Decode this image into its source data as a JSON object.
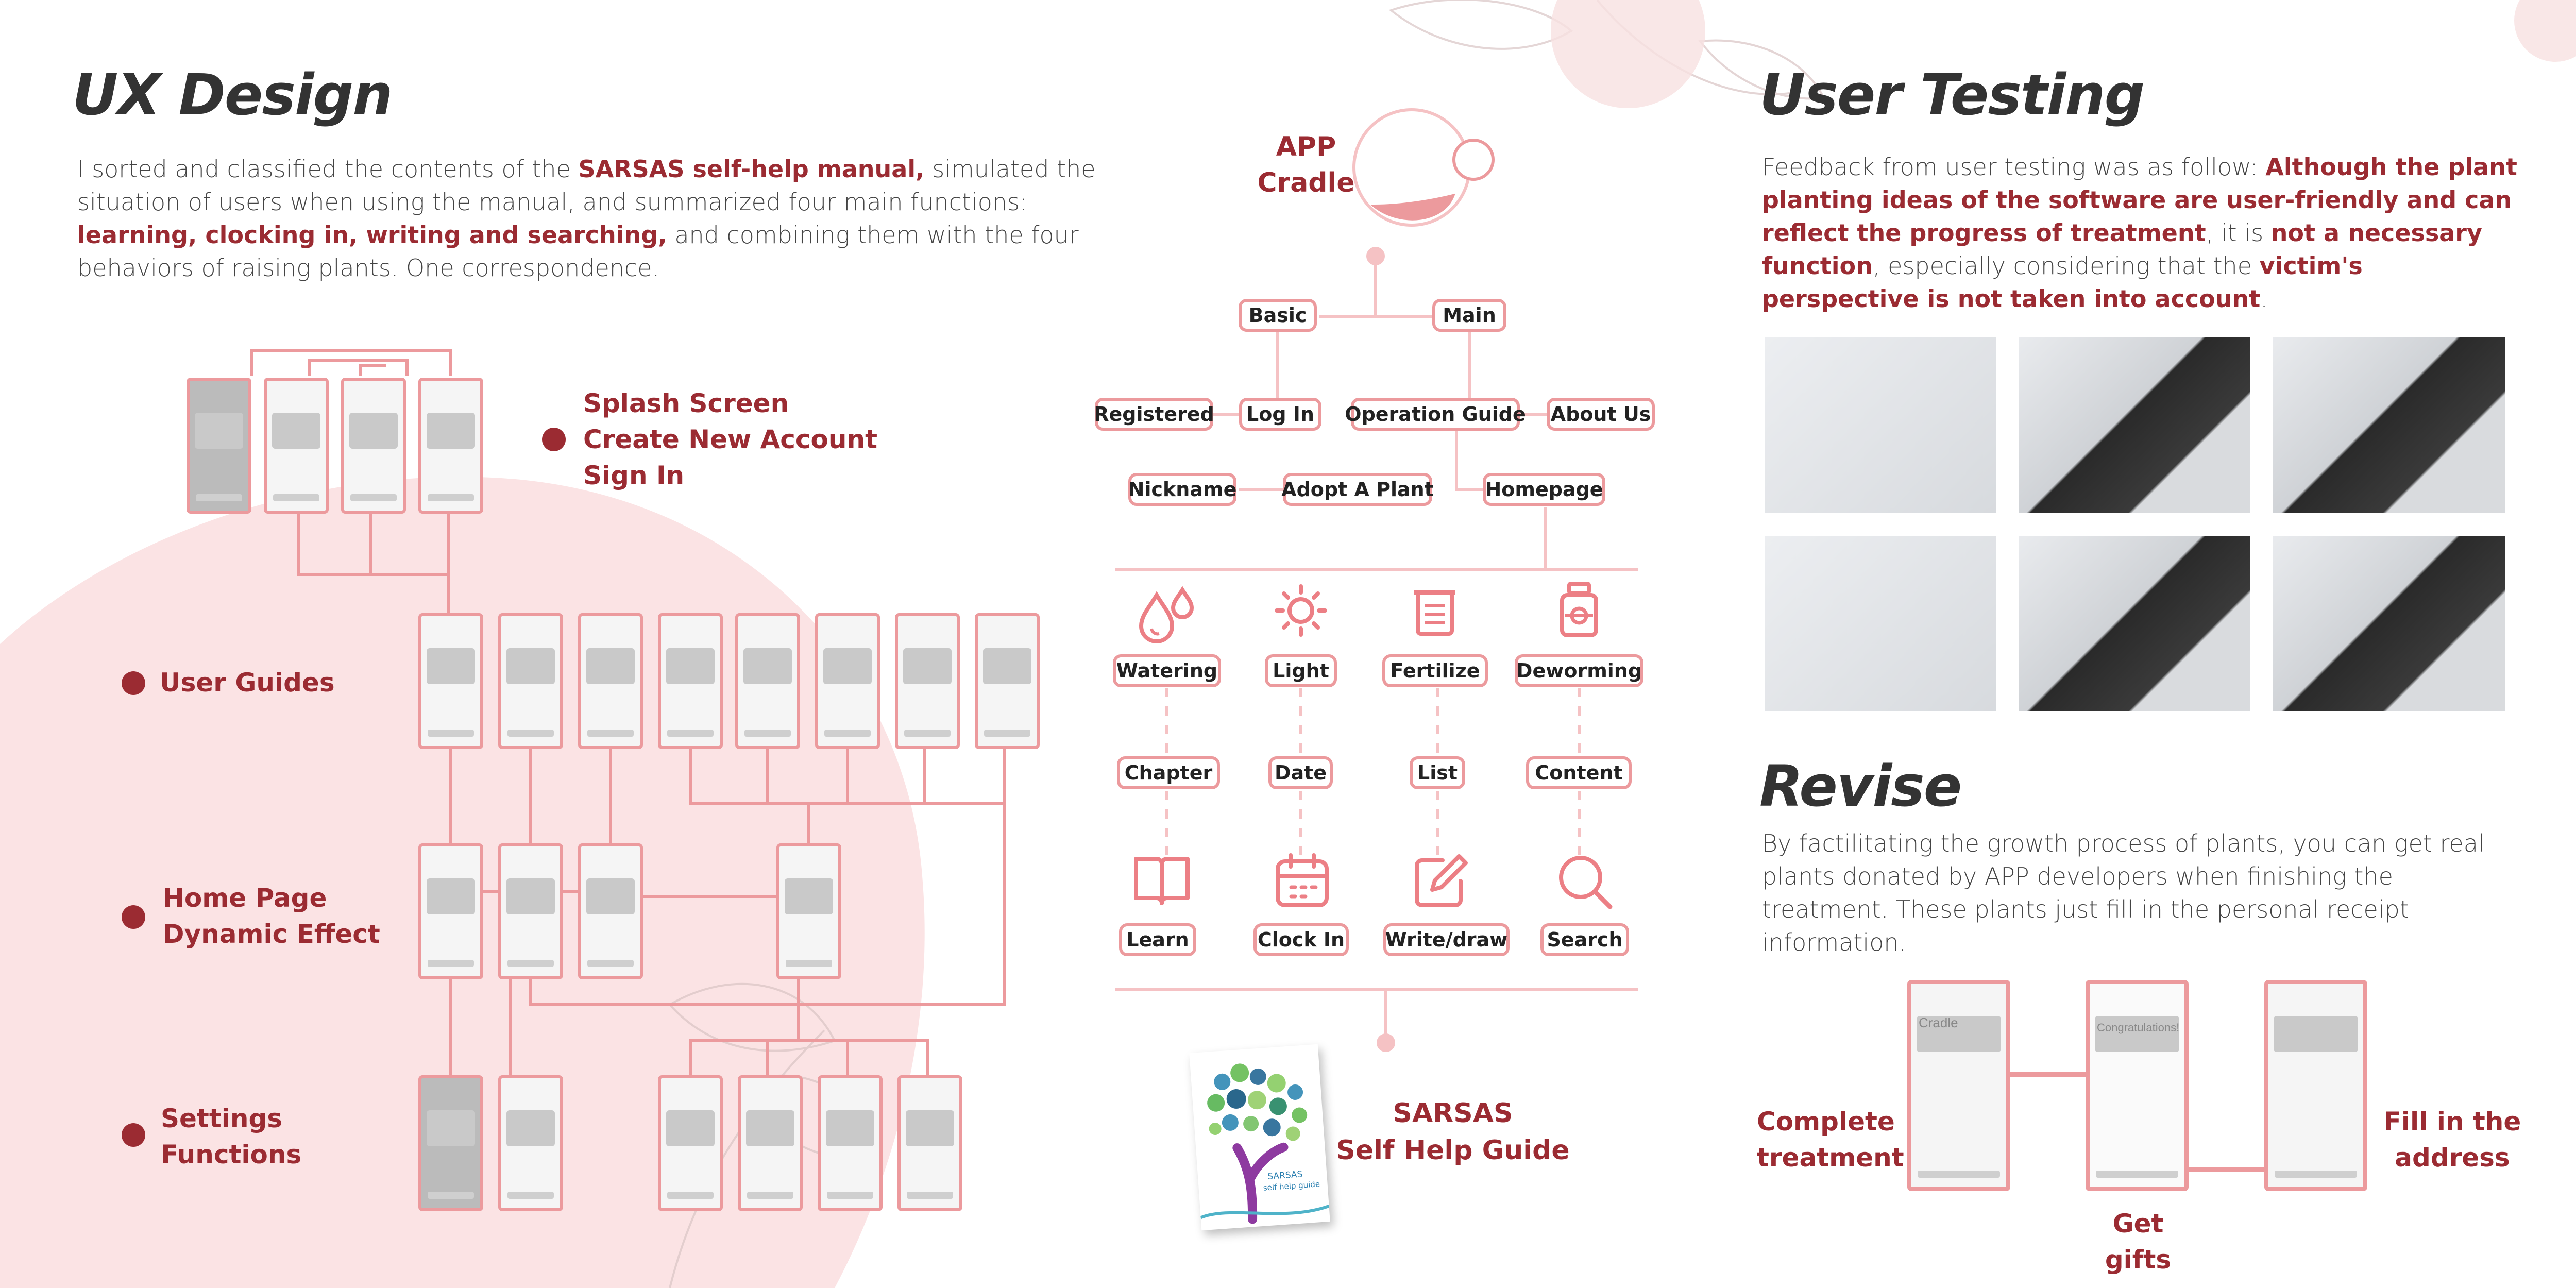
{
  "ux_design": {
    "title": "UX Design",
    "intro_parts": [
      {
        "t": "I sorted and classified the contents of the ",
        "b": false
      },
      {
        "t": "SARSAS self-help manual,",
        "b": true
      },
      {
        "t": " simulated the situation of users when using the manual, and summarized four main functions: ",
        "b": false
      },
      {
        "t": "learning, clocking in, writing and searching,",
        "b": true
      },
      {
        "t": " and combining them with the four behaviors of raising plants. One correspondence.",
        "b": false
      }
    ],
    "flow_groups": [
      {
        "lines": [
          "Splash Screen",
          "Create New Account",
          "Sign In"
        ]
      },
      {
        "lines": [
          "User Guides"
        ]
      },
      {
        "lines": [
          "Home Page",
          "Dynamic Effect"
        ]
      },
      {
        "lines": [
          "Settings",
          "Functions"
        ]
      }
    ]
  },
  "app_structure": {
    "app_label_1": "APP",
    "app_label_2": "Cradle",
    "nodes": {
      "basic": "Basic",
      "main": "Main",
      "registered": "Registered",
      "login": "Log In",
      "operation_guide": "Operation Guide",
      "about_us": "About Us",
      "nickname": "Nickname",
      "adopt_plant": "Adopt A Plant",
      "homepage": "Homepage"
    },
    "care_actions": [
      "Watering",
      "Light",
      "Fertilize",
      "Deworming"
    ],
    "care_icons": [
      "water-drops-icon",
      "sun-icon",
      "fertilizer-icon",
      "deworming-bottle-icon"
    ],
    "content_types": [
      "Chapter",
      "Date",
      "List",
      "Content"
    ],
    "functions": [
      "Learn",
      "Clock In",
      "Write/draw",
      "Search"
    ],
    "function_icons": [
      "book-icon",
      "calendar-icon",
      "edit-icon",
      "search-icon"
    ],
    "guide_label_1": "SARSAS",
    "guide_label_2": "Self Help Guide",
    "guide_cover_1": "SARSAS",
    "guide_cover_2": "self help guide"
  },
  "user_testing": {
    "title": "User Testing",
    "feedback_parts": [
      {
        "t": "Feedback from user testing was as follow: ",
        "b": false
      },
      {
        "t": "Although the plant planting ideas of the software are user-friendly and can reflect the progress of treatment",
        "b": true
      },
      {
        "t": ", it is ",
        "b": false
      },
      {
        "t": "not a necessary function",
        "b": true
      },
      {
        "t": ", especially considering that the ",
        "b": false
      },
      {
        "t": "victim's perspective is not taken into account",
        "b": true
      },
      {
        "t": ".",
        "b": false
      }
    ]
  },
  "revise": {
    "title": "Revise",
    "text": "By factilitating the growth process of plants, you can get real plants donated by APP developers when finishing the treatment. These plants just fill in the personal receipt information.",
    "screen_titles": [
      "Cradle",
      "Congratulations!"
    ],
    "labels": {
      "complete_1": "Complete",
      "complete_2": "treatment",
      "gifts": "Get gifts",
      "address_1": "Fill in the",
      "address_2": "address"
    }
  },
  "colors": {
    "accent": "#9b2b32",
    "line": "#ec9a9d",
    "blob": "#fbe3e4"
  }
}
